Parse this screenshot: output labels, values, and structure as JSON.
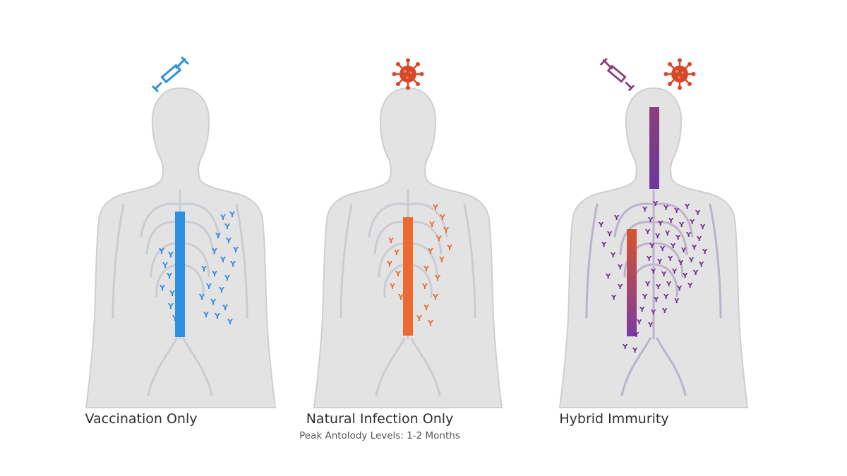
{
  "panels": [
    {
      "label": "Vaccination Only",
      "exposure_icons": [
        "syringe-icon"
      ],
      "accent_color": "#2e8fe0",
      "antibody_color": "#3a8ee6",
      "antibody_density": "low"
    },
    {
      "label": "Natural Infection Only",
      "sublabel": "Peak Antolody Levels: 1-2 Months",
      "exposure_icons": [
        "virus-icon"
      ],
      "accent_color": "#ef6a30",
      "antibody_color": "#ee7033",
      "antibody_density": "low"
    },
    {
      "label": "Hybrid Immurity",
      "exposure_icons": [
        "syringe-icon",
        "virus-icon"
      ],
      "accent_color": "#7a3aa0",
      "antibody_color": "#6b2d8e",
      "antibody_density": "high"
    }
  ],
  "colors": {
    "body_fill": "#e2e2e2",
    "body_outline": "#c8c8c8",
    "vessel": "#c9ccd3",
    "virus": "#d9472b",
    "background": "#ffffff"
  }
}
